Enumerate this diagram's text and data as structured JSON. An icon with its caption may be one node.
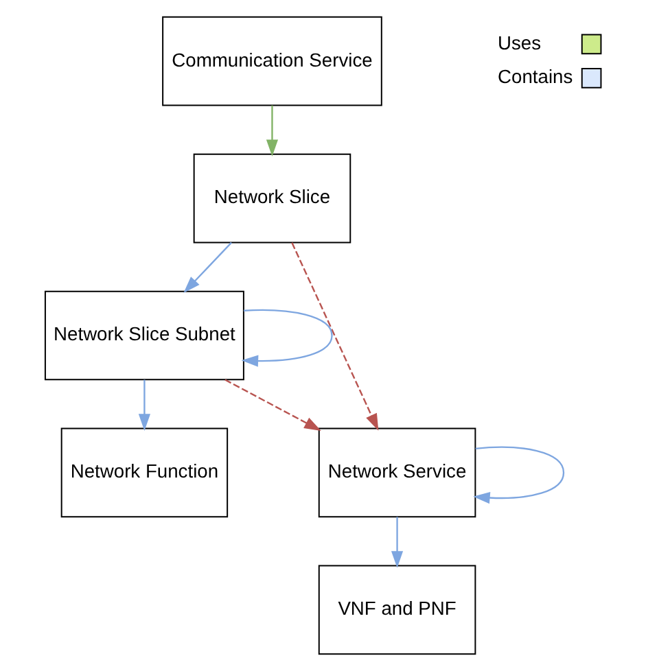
{
  "diagram": {
    "nodes": [
      {
        "text": [
          "Communication Service"
        ]
      },
      {
        "text": [
          "Network Slice"
        ]
      },
      {
        "text": [
          "Network Slice Subnet"
        ]
      },
      {
        "text": [
          "Network Function"
        ]
      },
      {
        "text": [
          "Network Service"
        ]
      },
      {
        "text": [
          "VNF and PNF"
        ]
      }
    ],
    "edges": [
      {
        "from": 0,
        "to": 1,
        "arrow": "to",
        "color": "#82b366"
      },
      {
        "from": 1,
        "to": 2,
        "arrow": "to"
      },
      {
        "from": 2,
        "to": 2,
        "arrow": "to"
      },
      {
        "from": 2,
        "to": 3,
        "arrow": "to"
      },
      {
        "from": 1,
        "to": 4,
        "arrow": "to",
        "style": "dashed",
        "color": "#b85450"
      },
      {
        "from": 2,
        "to": 4,
        "arrow": "to",
        "style": "dashed",
        "color": "#b85450"
      },
      {
        "from": 4,
        "to": 4,
        "arrow": "to"
      },
      {
        "from": 4,
        "to": 5,
        "arrow": "to"
      }
    ],
    "legend": [
      {
        "text": "Uses",
        "color": "#cdeb8b"
      },
      {
        "text": "Contains",
        "color": "#dae8fc"
      }
    ]
  }
}
